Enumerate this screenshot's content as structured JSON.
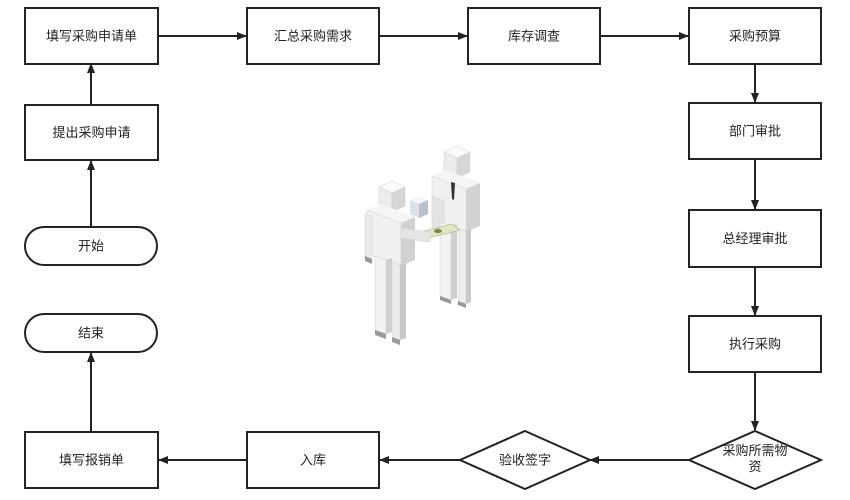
{
  "flowchart": {
    "nodes": {
      "fill_request": "填写采购申请单",
      "summarize": "汇总采购需求",
      "inventory": "库存调查",
      "budget": "采购预算",
      "dept_approval": "部门审批",
      "gm_approval": "总经理审批",
      "execute": "执行采购",
      "goods_line1": "采购所需物",
      "goods_line2": "资",
      "inspect": "验收签字",
      "storage": "入库",
      "expense_form": "填写报销单",
      "end": "结束",
      "start": "开始",
      "submit_request": "提出采购申请"
    }
  },
  "colors": {
    "stroke": "#222222",
    "node_fill": "#ffffff",
    "figure_light": "#f2f2f2",
    "figure_mid": "#d9d9d9",
    "figure_dark": "#bdbdbd",
    "money": "#d8e3b8"
  }
}
